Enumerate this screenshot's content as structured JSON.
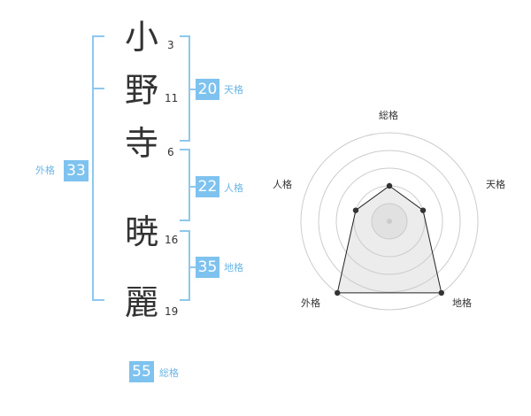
{
  "name_chars": [
    {
      "char": "小",
      "strokes": "3"
    },
    {
      "char": "野",
      "strokes": "11"
    },
    {
      "char": "寺",
      "strokes": "6"
    },
    {
      "char": "暁",
      "strokes": "16"
    },
    {
      "char": "麗",
      "strokes": "19"
    }
  ],
  "kaku": {
    "tenkaku": {
      "value": "20",
      "label": "天格"
    },
    "jinkaku": {
      "value": "22",
      "label": "人格"
    },
    "chikaku": {
      "value": "35",
      "label": "地格"
    },
    "gaikaku": {
      "value": "33",
      "label": "外格"
    },
    "soukaku": {
      "value": "55",
      "label": "総格"
    }
  },
  "radar": {
    "axes": [
      "総格",
      "天格",
      "地格",
      "外格",
      "人格"
    ],
    "levels": 5,
    "values": [
      2,
      2,
      5,
      5,
      2
    ]
  },
  "colors": {
    "accent": "#7ec3f0",
    "line": "#8ec8ee"
  }
}
